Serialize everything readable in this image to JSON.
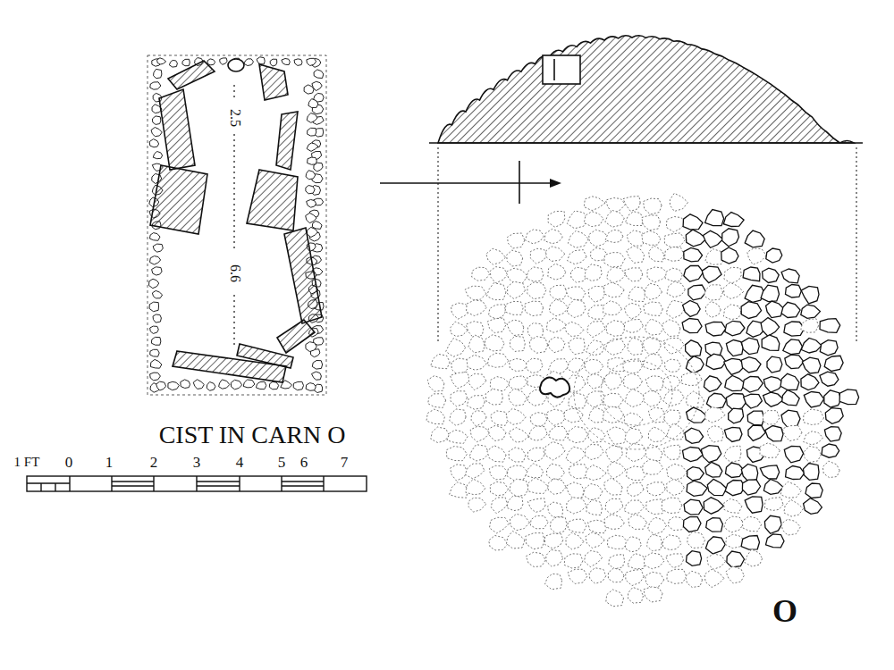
{
  "diagram": {
    "title": "CIST IN CARN O",
    "labels": [
      "2.5",
      "6.6",
      "1 FT",
      "0",
      "1",
      "2",
      "3",
      "4",
      "5",
      "6",
      "7",
      "O"
    ]
  }
}
